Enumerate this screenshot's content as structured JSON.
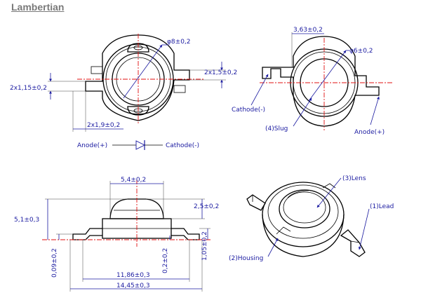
{
  "title": "Lambertian",
  "dimensions": {
    "top_left_dia": "φ8±0,2",
    "top_left_right_tab": "2x1,5±0,2",
    "top_left_left_tab": "2x1,15±0,2",
    "top_left_bottom": "2x1,9±0,2",
    "top_right_width": "3,63±0,2",
    "top_right_dia": "φ6±0,2",
    "side_top": "5,4±0,2",
    "side_right_upper": "2,5±0,2",
    "side_left_height": "5,1±0,3",
    "side_right_lower": "1,05±0,2",
    "side_left_lower": "0,09±0,2",
    "side_middle": "0,2±0,2",
    "side_inner_width": "11,86±0,3",
    "side_total_width": "14,45±0,3"
  },
  "labels": {
    "anode_top_left": "Anode(+)",
    "cathode_top_left": "Cathode(-)",
    "cathode_top_right": "Cathode(-)",
    "slug": "(4)Slug",
    "anode_top_right": "Anode(+)",
    "lens": "(3)Lens",
    "lead": "(1)Lead",
    "housing": "(2)Housing"
  }
}
